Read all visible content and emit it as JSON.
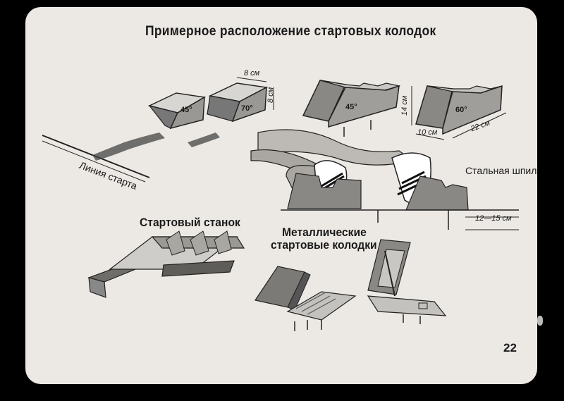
{
  "title": "Примерное расположение стартовых колодок",
  "labels": {
    "start_line": "Линия старта",
    "steel_spike": "Стальная шпилька",
    "starting_frame": "Стартовый станок",
    "metal_blocks_line1": "Металлические",
    "metal_blocks_line2": "стартовые колодки"
  },
  "angles": {
    "block1": "45°",
    "block2": "70°",
    "block3": "45°",
    "block4": "60°"
  },
  "dimensions": {
    "top_width": "8 см",
    "side_height": "8 см",
    "height": "14 см",
    "base": "10 см",
    "length": "22 см",
    "spike_depth": "12—15 см"
  },
  "page_number": "22"
}
